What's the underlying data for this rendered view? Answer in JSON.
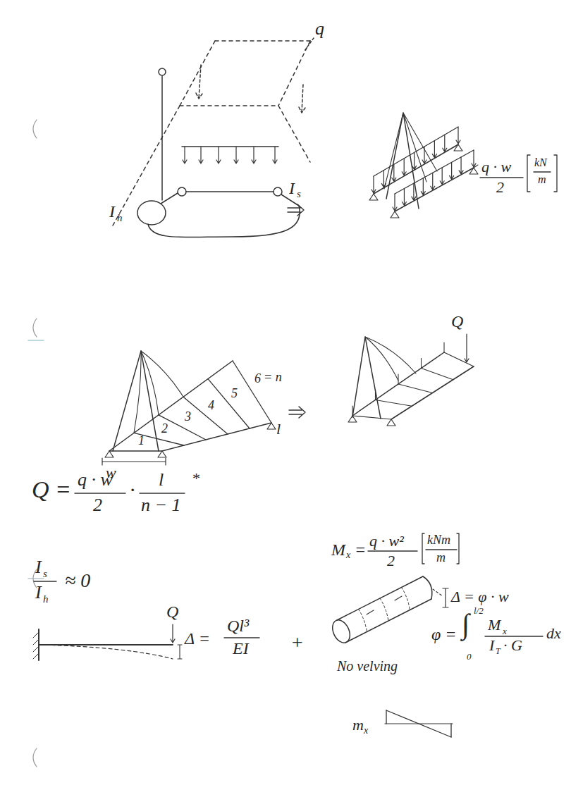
{
  "diagram": {
    "labels": [
      "q",
      "I",
      "h",
      "I",
      "s",
      "q · w",
      "2",
      "kN",
      "m",
      "1",
      "2",
      "3",
      "4",
      "5",
      "6",
      "= n",
      "l",
      "w",
      "Q",
      "Q =",
      "q · w",
      "2",
      "·",
      "l",
      "n − 1",
      "*",
      "I",
      "s",
      "I",
      "h",
      "≈ 0",
      "Q",
      "Δ =",
      "Ql³",
      "EI",
      "+",
      "M",
      "x",
      "=",
      "q · w²",
      "2",
      "kNm",
      "m",
      "Δ = φ · w",
      "φ =",
      "∫",
      "l/2",
      "0",
      "M",
      "x",
      "I",
      "T",
      "· G",
      "dx",
      "No velving",
      "m",
      "x"
    ]
  }
}
